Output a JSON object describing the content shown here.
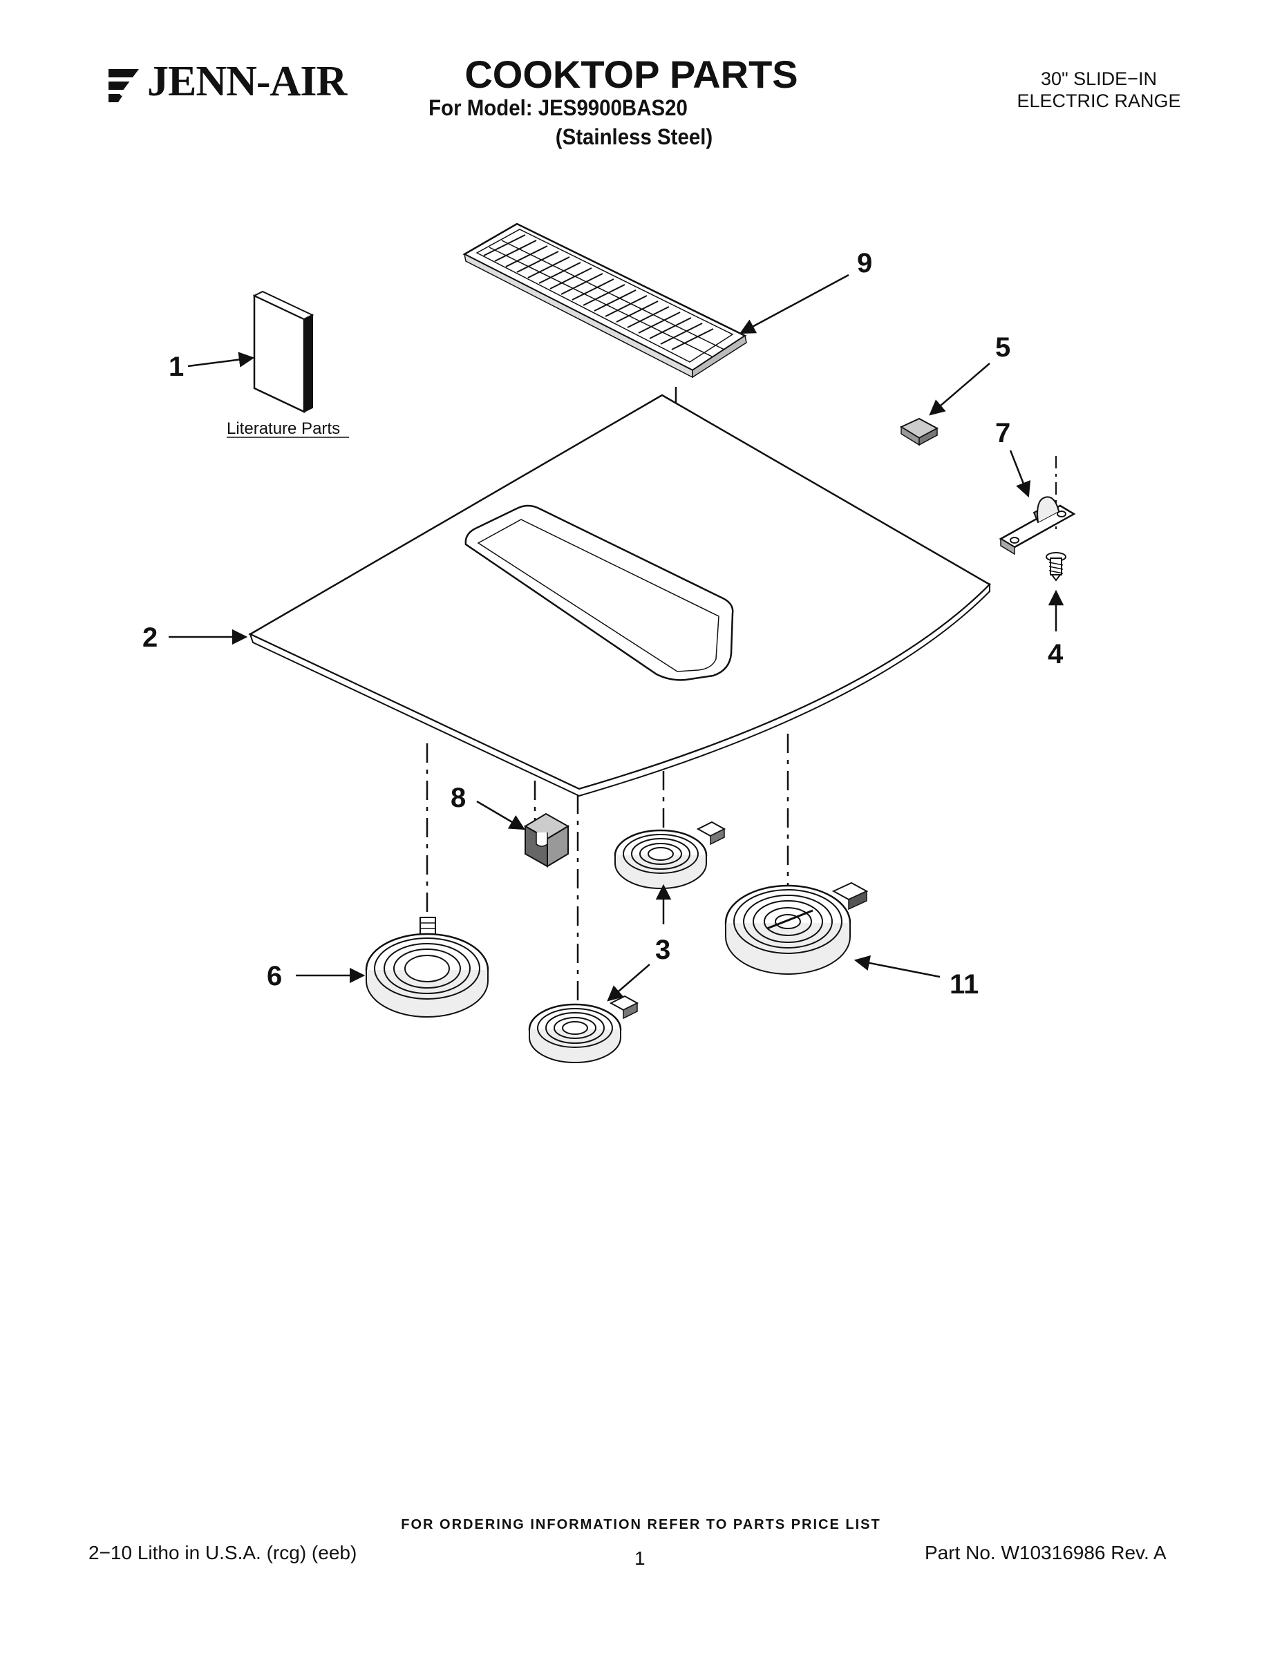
{
  "header": {
    "brand": "JENN-AIR",
    "title": "COOKTOP PARTS",
    "model_line": "For Model: JES9900BAS20",
    "finish": "(Stainless Steel)",
    "range_line1": "30\" SLIDE−IN",
    "range_line2": "ELECTRIC RANGE"
  },
  "diagram": {
    "callouts": [
      "1",
      "2",
      "3",
      "4",
      "5",
      "6",
      "7",
      "8",
      "9",
      "11"
    ],
    "literature_label": "Literature Parts",
    "icons": [
      "literature-booklet-icon",
      "vent-grille-icon",
      "cooktop-glass-icon",
      "spacer-pad-icon",
      "bracket-icon",
      "screw-icon",
      "clip-icon",
      "surface-element-icon"
    ]
  },
  "footer": {
    "ordering_note": "FOR ORDERING INFORMATION REFER TO PARTS PRICE LIST",
    "litho": "2−10 Litho in U.S.A. (rcg) (eeb)",
    "page": "1",
    "part_no": "Part No. W10316986 Rev. A"
  }
}
